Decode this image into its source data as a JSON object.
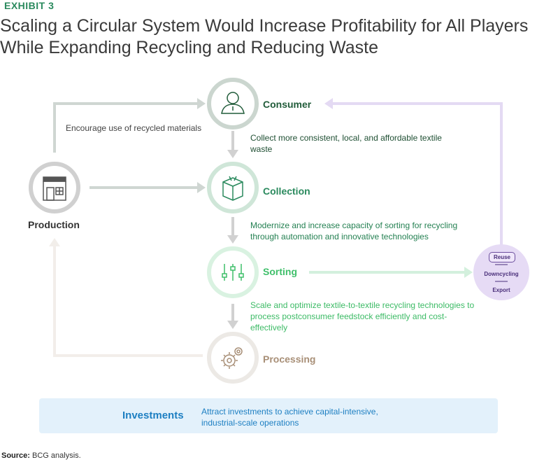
{
  "exhibit_label": "EXHIBIT 3",
  "title": "Scaling a Circular System Would Increase Profitability for All Players While Expanding Recycling and Reducing Waste",
  "nodes": {
    "consumer": "Consumer",
    "collection": "Collection",
    "sorting": "Sorting",
    "processing": "Processing",
    "production": "Production"
  },
  "descriptions": {
    "encourage": "Encourage use of recycled materials",
    "consumer": "Collect more consistent, local, and affordable textile waste",
    "collection": "Modernize and increase capacity of sorting for recycling through automation and innovative technologies",
    "sorting": "Scale and optimize textile-to-textile recycling technologies to process postconsumer feedstock efficiently and cost-effectively"
  },
  "outlet": {
    "reuse": "Reuse",
    "downcycling": "Downcycling",
    "export": "Export"
  },
  "investments": {
    "title": "Investments",
    "description": "Attract investments to achieve capital-intensive, industrial-scale operations"
  },
  "source": {
    "label": "Source:",
    "text": "BCG analysis."
  },
  "colors": {
    "consumer": "#215c3a",
    "collection": "#2b8a5e",
    "sorting": "#3fbf6a",
    "processing": "#a88f77",
    "outlet": "#e6dbf5",
    "investments_bg": "#e3f1fb",
    "investments_text": "#1d7fc2"
  },
  "icons": {
    "consumer": "person-icon",
    "collection": "box-icon",
    "sorting": "sliders-icon",
    "processing": "gears-icon",
    "production": "storefront-icon"
  }
}
